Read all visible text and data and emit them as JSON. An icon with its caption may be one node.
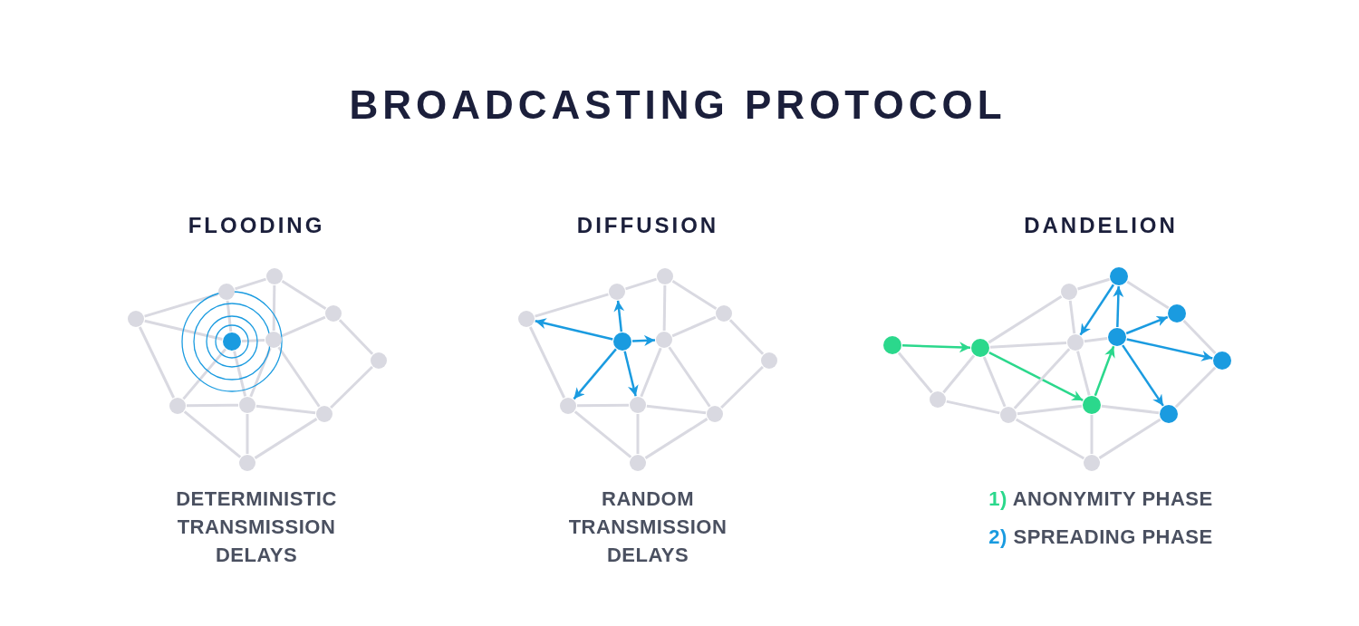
{
  "diagram": {
    "title": "BROADCASTING PROTOCOL",
    "nodes": [
      {
        "text": [],
        "shape": "circle"
      },
      {
        "text": [],
        "shape": "circle"
      },
      {
        "text": [],
        "shape": "circle"
      },
      {
        "text": [],
        "shape": "circle"
      },
      {
        "text": [],
        "shape": "circle"
      },
      {
        "text": [],
        "shape": "circle"
      },
      {
        "text": [],
        "shape": "circle"
      },
      {
        "text": [],
        "shape": "circle"
      },
      {
        "text": [],
        "shape": "circle"
      },
      {
        "text": [],
        "shape": "circle"
      },
      {
        "text": [],
        "shape": "circle"
      },
      {
        "text": [],
        "shape": "circle"
      },
      {
        "text": [],
        "shape": "circle"
      },
      {
        "text": [],
        "shape": "circle"
      },
      {
        "text": [],
        "shape": "circle"
      },
      {
        "text": [],
        "shape": "circle"
      },
      {
        "text": [],
        "shape": "circle"
      },
      {
        "text": [],
        "shape": "circle"
      },
      {
        "text": [],
        "shape": "circle"
      },
      {
        "text": [],
        "shape": "circle"
      },
      {
        "text": [],
        "shape": "circle"
      },
      {
        "text": [],
        "shape": "circle"
      },
      {
        "text": [],
        "shape": "circle"
      },
      {
        "text": [],
        "shape": "circle"
      },
      {
        "text": [],
        "shape": "circle"
      },
      {
        "text": [],
        "shape": "circle"
      },
      {
        "text": [],
        "shape": "circle"
      },
      {
        "text": [],
        "shape": "circle"
      },
      {
        "text": [],
        "shape": "circle"
      },
      {
        "text": [],
        "shape": "circle"
      },
      {
        "text": [],
        "shape": "circle"
      },
      {
        "text": [],
        "shape": "circle"
      },
      {
        "text": [],
        "shape": "circle"
      },
      {
        "text": [],
        "shape": "circle"
      },
      {
        "text": [],
        "shape": "circle"
      }
    ],
    "edges": [
      {
        "from": 0,
        "to": 1,
        "arrow": "none"
      },
      {
        "from": 1,
        "to": 2,
        "arrow": "none"
      },
      {
        "from": 0,
        "to": 5,
        "arrow": "none"
      },
      {
        "from": 0,
        "to": 7,
        "arrow": "none"
      },
      {
        "from": 1,
        "to": 5,
        "arrow": "none"
      },
      {
        "from": 2,
        "to": 4,
        "arrow": "none"
      },
      {
        "from": 2,
        "to": 3,
        "arrow": "none"
      },
      {
        "from": 3,
        "to": 4,
        "arrow": "none"
      },
      {
        "from": 4,
        "to": 5,
        "arrow": "none"
      },
      {
        "from": 5,
        "to": 7,
        "arrow": "none"
      },
      {
        "from": 5,
        "to": 8,
        "arrow": "none"
      },
      {
        "from": 4,
        "to": 8,
        "arrow": "none"
      },
      {
        "from": 4,
        "to": 9,
        "arrow": "none"
      },
      {
        "from": 3,
        "to": 6,
        "arrow": "none"
      },
      {
        "from": 6,
        "to": 9,
        "arrow": "none"
      },
      {
        "from": 7,
        "to": 8,
        "arrow": "none"
      },
      {
        "from": 8,
        "to": 9,
        "arrow": "none"
      },
      {
        "from": 7,
        "to": 10,
        "arrow": "none"
      },
      {
        "from": 8,
        "to": 10,
        "arrow": "none"
      },
      {
        "from": 9,
        "to": 10,
        "arrow": "none"
      },
      {
        "from": 11,
        "to": 12,
        "arrow": "none"
      },
      {
        "from": 12,
        "to": 13,
        "arrow": "none"
      },
      {
        "from": 16,
        "to": 11,
        "arrow": "to",
        "color": "#1a9be0"
      },
      {
        "from": 11,
        "to": 18,
        "arrow": "none"
      },
      {
        "from": 16,
        "to": 12,
        "arrow": "to",
        "color": "#1a9be0"
      },
      {
        "from": 13,
        "to": 15,
        "arrow": "none"
      },
      {
        "from": 13,
        "to": 14,
        "arrow": "none"
      },
      {
        "from": 14,
        "to": 15,
        "arrow": "none"
      },
      {
        "from": 16,
        "to": 15,
        "arrow": "to",
        "color": "#1a9be0"
      },
      {
        "from": 16,
        "to": 18,
        "arrow": "to",
        "color": "#1a9be0"
      },
      {
        "from": 16,
        "to": 19,
        "arrow": "to",
        "color": "#1a9be0"
      },
      {
        "from": 15,
        "to": 19,
        "arrow": "none"
      },
      {
        "from": 15,
        "to": 20,
        "arrow": "none"
      },
      {
        "from": 14,
        "to": 17,
        "arrow": "none"
      },
      {
        "from": 17,
        "to": 20,
        "arrow": "none"
      },
      {
        "from": 18,
        "to": 19,
        "arrow": "none"
      },
      {
        "from": 19,
        "to": 20,
        "arrow": "none"
      },
      {
        "from": 18,
        "to": 21,
        "arrow": "none"
      },
      {
        "from": 19,
        "to": 21,
        "arrow": "none"
      },
      {
        "from": 20,
        "to": 21,
        "arrow": "none"
      },
      {
        "from": 22,
        "to": 23,
        "arrow": "to",
        "color": "#2bd88c"
      },
      {
        "from": 22,
        "to": 30,
        "arrow": "none"
      },
      {
        "from": 23,
        "to": 24,
        "arrow": "none"
      },
      {
        "from": 23,
        "to": 25,
        "arrow": "none"
      },
      {
        "from": 23,
        "to": 30,
        "arrow": "none"
      },
      {
        "from": 23,
        "to": 31,
        "arrow": "none"
      },
      {
        "from": 23,
        "to": 32,
        "arrow": "to",
        "color": "#2bd88c"
      },
      {
        "from": 30,
        "to": 31,
        "arrow": "none"
      },
      {
        "from": 31,
        "to": 25,
        "arrow": "none"
      },
      {
        "from": 31,
        "to": 32,
        "arrow": "none"
      },
      {
        "from": 31,
        "to": 34,
        "arrow": "none"
      },
      {
        "from": 24,
        "to": 26,
        "arrow": "none"
      },
      {
        "from": 24,
        "to": 25,
        "arrow": "none"
      },
      {
        "from": 25,
        "to": 32,
        "arrow": "none"
      },
      {
        "from": 25,
        "to": 28,
        "arrow": "none"
      },
      {
        "from": 26,
        "to": 25,
        "arrow": "to",
        "color": "#1a9be0"
      },
      {
        "from": 28,
        "to": 26,
        "arrow": "to",
        "color": "#1a9be0"
      },
      {
        "from": 28,
        "to": 27,
        "arrow": "to",
        "color": "#1a9be0"
      },
      {
        "from": 28,
        "to": 29,
        "arrow": "to",
        "color": "#1a9be0"
      },
      {
        "from": 28,
        "to": 33,
        "arrow": "to",
        "color": "#1a9be0"
      },
      {
        "from": 32,
        "to": 28,
        "arrow": "to",
        "color": "#2bd88c"
      },
      {
        "from": 32,
        "to": 33,
        "arrow": "none"
      },
      {
        "from": 32,
        "to": 34,
        "arrow": "none"
      },
      {
        "from": 33,
        "to": 34,
        "arrow": "none"
      },
      {
        "from": 33,
        "to": 29,
        "arrow": "none"
      },
      {
        "from": 26,
        "to": 27,
        "arrow": "none"
      },
      {
        "from": 27,
        "to": 29,
        "arrow": "none"
      }
    ],
    "labels": [
      "FLOODING",
      "DIFFUSION",
      "DANDELION",
      "DETERMINISTIC TRANSMISSION DELAYS",
      "RANDOM TRANSMISSION DELAYS",
      "1) ANONYMITY PHASE",
      "2) SPREADING PHASE"
    ]
  }
}
